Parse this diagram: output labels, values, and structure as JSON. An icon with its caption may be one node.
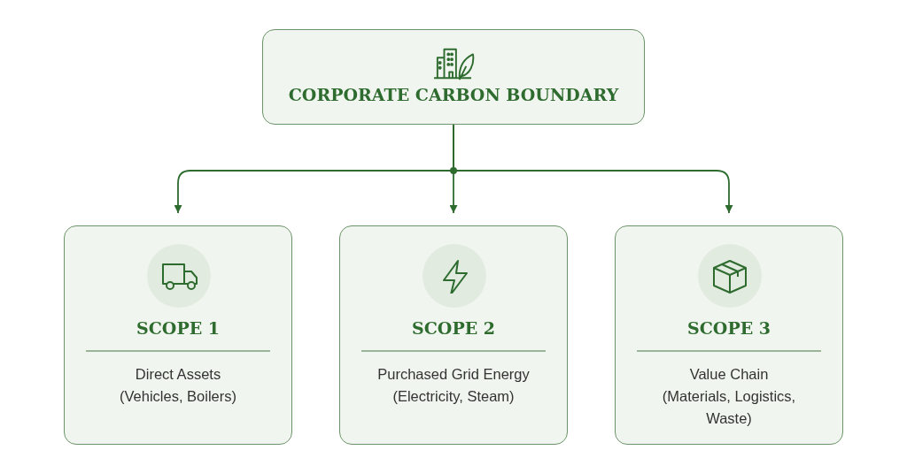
{
  "diagram": {
    "nodes": [
      {
        "text": [
          "CORPORATE CARBON BOUNDARY"
        ]
      },
      {
        "text": [
          "SCOPE 1",
          "Direct Assets (Vehicles, Boilers)"
        ]
      },
      {
        "text": [
          "SCOPE 2",
          "Purchased Grid Energy (Electricity, Steam)"
        ]
      },
      {
        "text": [
          "SCOPE 3",
          "Value Chain (Materials, Logistics, Waste)"
        ]
      }
    ],
    "edges": [
      {
        "from": 0,
        "to": 1,
        "arrow": "to"
      },
      {
        "from": 0,
        "to": 2,
        "arrow": "to"
      },
      {
        "from": 0,
        "to": 3,
        "arrow": "to"
      }
    ]
  }
}
